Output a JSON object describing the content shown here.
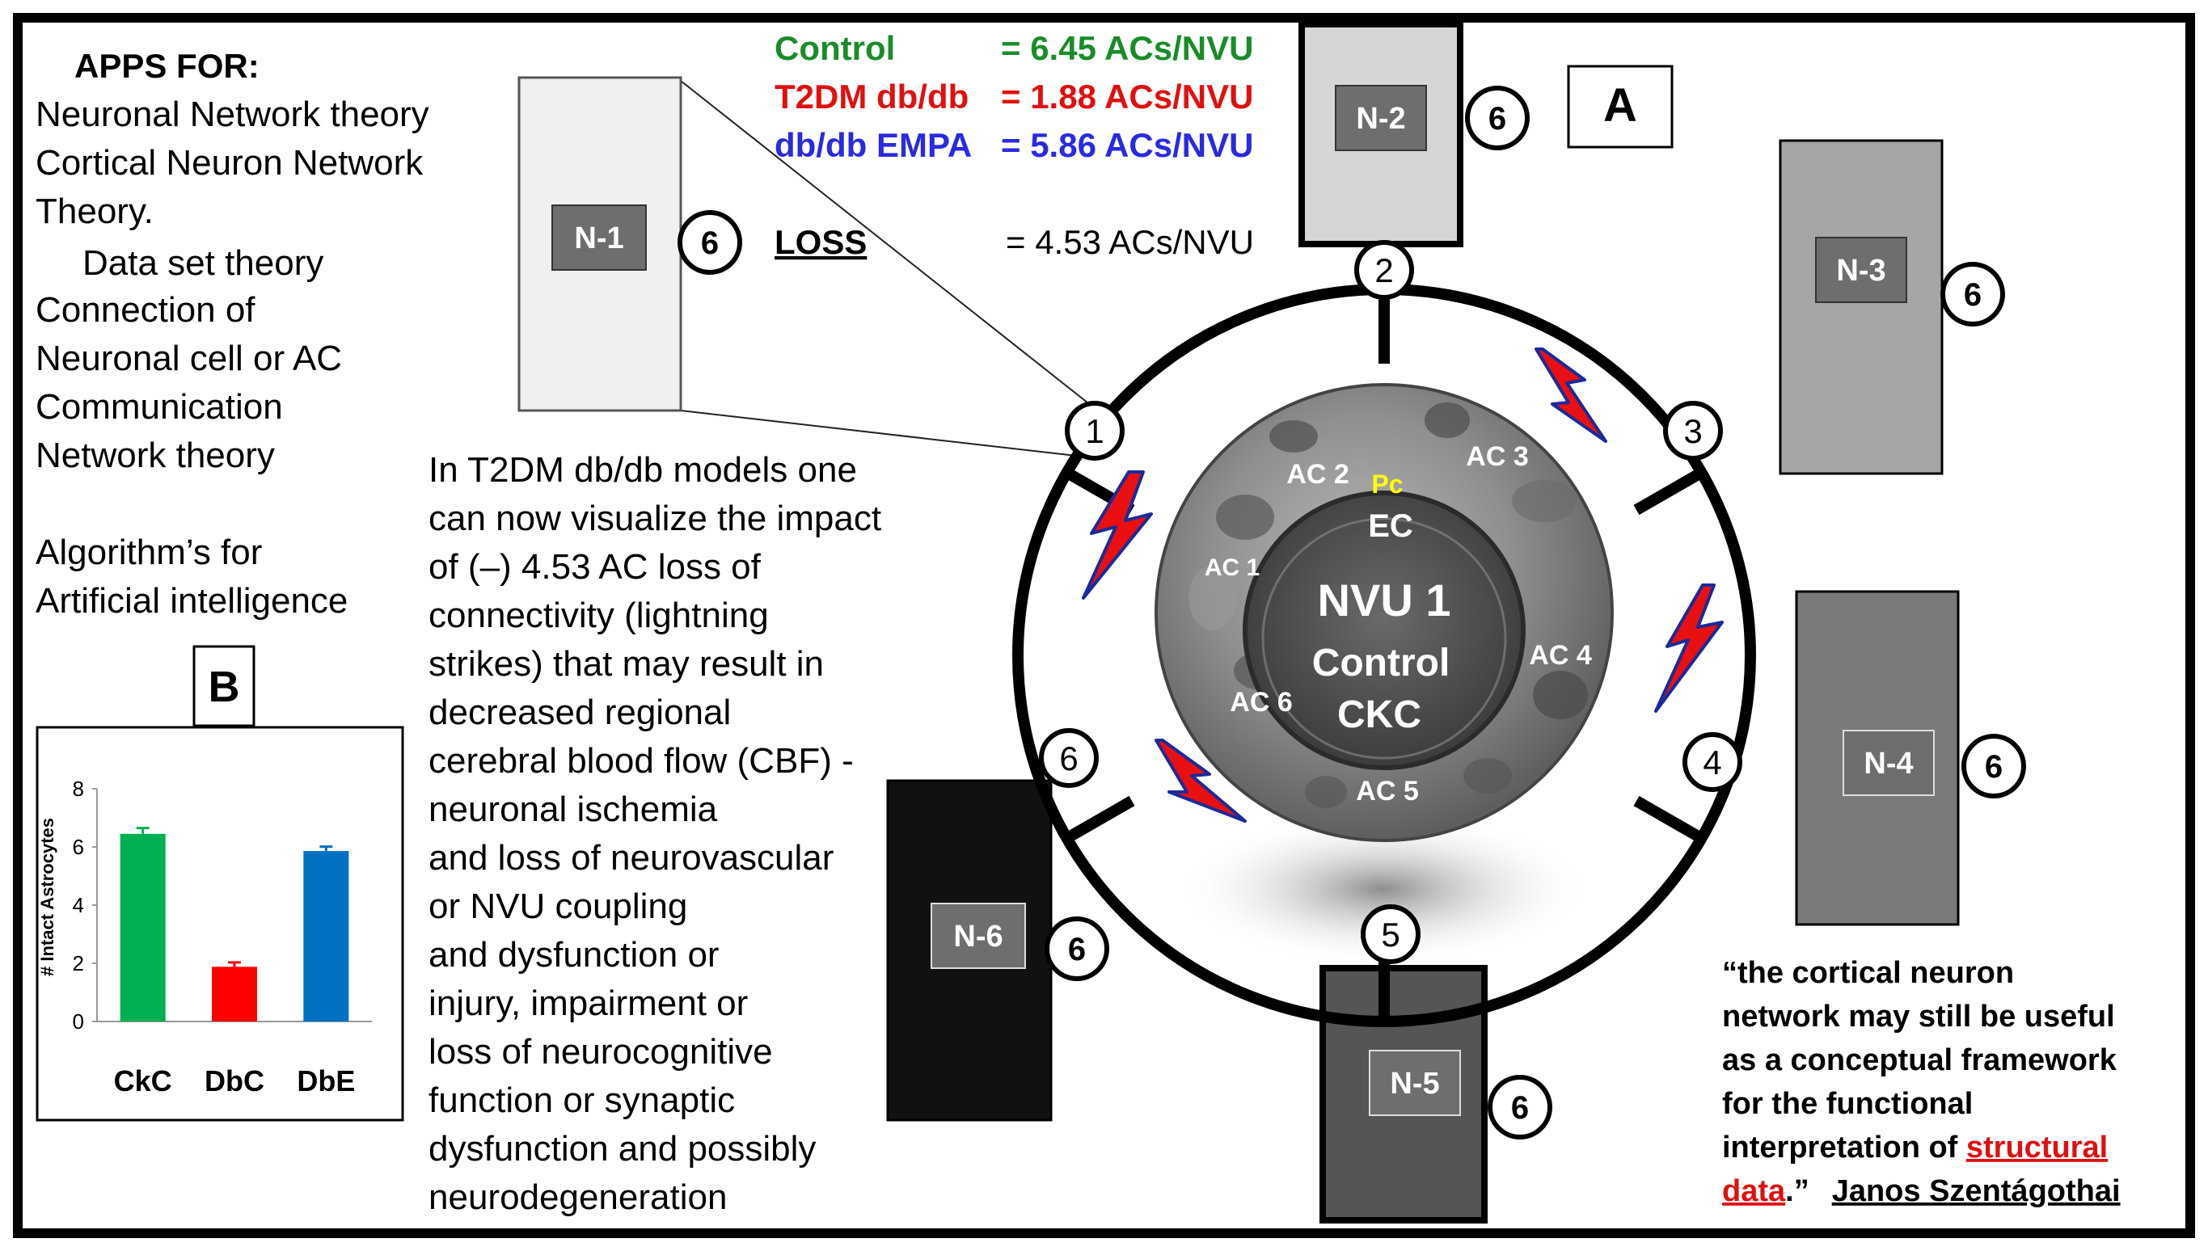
{
  "apps": {
    "heading": "APPS FOR:",
    "lines": [
      "Neuronal Network theory",
      "Cortical Neuron Network",
      "Theory.",
      "Data set theory",
      "Connection of",
      "Neuronal cell or AC",
      "Communication",
      "Network theory",
      "Algorithm’s for",
      "Artificial intelligence"
    ]
  },
  "stats": {
    "control_label": "Control",
    "control_value": "= 6.45 ACs/NVU",
    "t2dm_label": "T2DM db/db",
    "t2dm_value": "= 1.88 ACs/NVU",
    "empa_label": "db/db EMPA",
    "empa_value": "= 5.86 ACs/NVU",
    "loss_label": "LOSS",
    "loss_value": "= 4.53 ACs/NVU",
    "colors": {
      "control": "#1a8c2a",
      "t2dm": "#e01010",
      "empa": "#2a2ae0"
    }
  },
  "panel_labels": {
    "a": "A",
    "b": "B"
  },
  "description": [
    "In T2DM db/db models one",
    "can now visualize the impact",
    "of (–) 4.53 AC loss of",
    "connectivity (lightning",
    "strikes) that may result in",
    "decreased regional",
    "cerebral blood flow (CBF) -",
    "neuronal ischemia",
    "and loss of neurovascular",
    "or NVU coupling",
    "and dysfunction or",
    "injury, impairment or",
    "loss of neurocognitive",
    "function or synaptic",
    "dysfunction and possibly",
    "neurodegeneration"
  ],
  "nvu": {
    "title": "NVU 1",
    "subtitle1": "Control",
    "subtitle2": "CKC",
    "labels": {
      "ac1": "AC 1",
      "ac2": "AC 2",
      "ac3": "AC 3",
      "ac4": "AC 4",
      "ac5": "AC 5",
      "ac6": "AC 6",
      "pc": "Pc",
      "ec": "EC"
    },
    "spoke_numbers": [
      "1",
      "2",
      "3",
      "4",
      "5",
      "6"
    ]
  },
  "neighbors": [
    {
      "label": "N-1",
      "count": "6"
    },
    {
      "label": "N-2",
      "count": "6"
    },
    {
      "label": "N-3",
      "count": "6"
    },
    {
      "label": "N-4",
      "count": "6"
    },
    {
      "label": "N-5",
      "count": "6"
    },
    {
      "label": "N-6",
      "count": "6"
    }
  ],
  "quote": {
    "lines": [
      "“the cortical neuron",
      "network may still be useful",
      "as a conceptual framework",
      "for the functional",
      "interpretation of "
    ],
    "highlight1": "structural",
    "highlight2": "data",
    "closing": ".”",
    "author": "Janos Szentágothai"
  },
  "chart_data": {
    "type": "bar",
    "categories": [
      "CkC",
      "DbC",
      "DbE"
    ],
    "values": [
      6.45,
      1.88,
      5.86
    ],
    "errors": [
      0.2,
      0.15,
      0.15
    ],
    "colors": [
      "#00b050",
      "#ff0000",
      "#0070c0"
    ],
    "ylabel": "# Intact Astrocytes",
    "ylim": [
      0,
      8
    ],
    "yticks": [
      "0",
      "2",
      "4",
      "6",
      "8"
    ]
  }
}
